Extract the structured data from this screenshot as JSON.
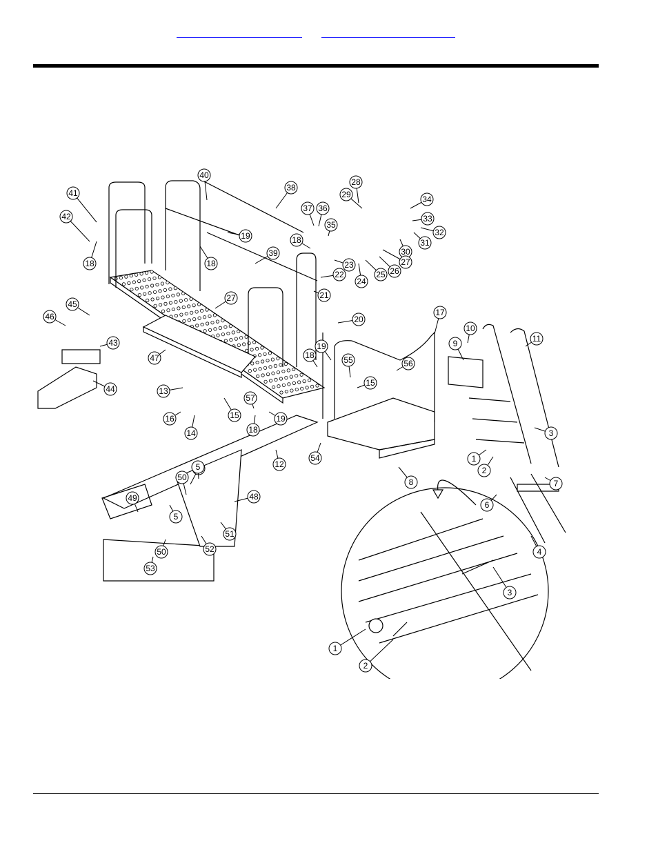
{
  "header": {
    "links": [
      {
        "label": ""
      },
      {
        "label": ""
      }
    ]
  },
  "diagram": {
    "callouts": [
      {
        "label": "41"
      },
      {
        "label": "42"
      },
      {
        "label": "18"
      },
      {
        "label": "40"
      },
      {
        "label": "38"
      },
      {
        "label": "19"
      },
      {
        "label": "18"
      },
      {
        "label": "39"
      },
      {
        "label": "37"
      },
      {
        "label": "36"
      },
      {
        "label": "35"
      },
      {
        "label": "18"
      },
      {
        "label": "23"
      },
      {
        "label": "22"
      },
      {
        "label": "21"
      },
      {
        "label": "28"
      },
      {
        "label": "29"
      },
      {
        "label": "34"
      },
      {
        "label": "33"
      },
      {
        "label": "32"
      },
      {
        "label": "31"
      },
      {
        "label": "30"
      },
      {
        "label": "27"
      },
      {
        "label": "26"
      },
      {
        "label": "25"
      },
      {
        "label": "24"
      },
      {
        "label": "27"
      },
      {
        "label": "45"
      },
      {
        "label": "46"
      },
      {
        "label": "43"
      },
      {
        "label": "47"
      },
      {
        "label": "44"
      },
      {
        "label": "20"
      },
      {
        "label": "17"
      },
      {
        "label": "19"
      },
      {
        "label": "18"
      },
      {
        "label": "55"
      },
      {
        "label": "15"
      },
      {
        "label": "56"
      },
      {
        "label": "13"
      },
      {
        "label": "16"
      },
      {
        "label": "14"
      },
      {
        "label": "15"
      },
      {
        "label": "57"
      },
      {
        "label": "18"
      },
      {
        "label": "19"
      },
      {
        "label": "9"
      },
      {
        "label": "10"
      },
      {
        "label": "11"
      },
      {
        "label": "3"
      },
      {
        "label": "1"
      },
      {
        "label": "2"
      },
      {
        "label": "7"
      },
      {
        "label": "12"
      },
      {
        "label": "54"
      },
      {
        "label": "8"
      },
      {
        "label": "5"
      },
      {
        "label": "6"
      },
      {
        "label": "4"
      },
      {
        "label": "50"
      },
      {
        "label": "5"
      },
      {
        "label": "49"
      },
      {
        "label": "5"
      },
      {
        "label": "48"
      },
      {
        "label": "50"
      },
      {
        "label": "51"
      },
      {
        "label": "52"
      },
      {
        "label": "53"
      },
      {
        "label": "3"
      },
      {
        "label": "1"
      },
      {
        "label": "2"
      }
    ]
  }
}
